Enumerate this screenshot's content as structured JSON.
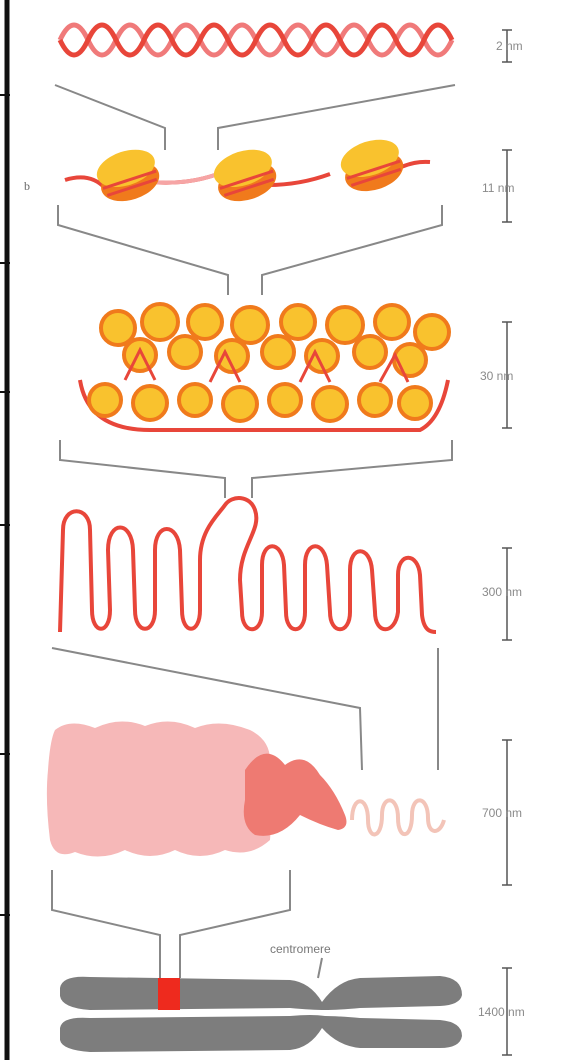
{
  "stage_letter_b": "b",
  "labels": {
    "dna": "2 nm",
    "nucleosome": "11 nm",
    "fiber30": "30 nm",
    "loops": "300 nm",
    "condensed": "700 nm",
    "chromosome": "1400 nm",
    "centromere": "centromere"
  },
  "colors": {
    "red_line": "#e8463a",
    "dna_pink": "#f08a8a",
    "histone_yellow": "#f9c22e",
    "histone_orange": "#f07a1c",
    "chromatin_pink": "#f6b8b8",
    "chromosome_gray": "#7d7d7d",
    "band_red": "#ee2a1e"
  }
}
